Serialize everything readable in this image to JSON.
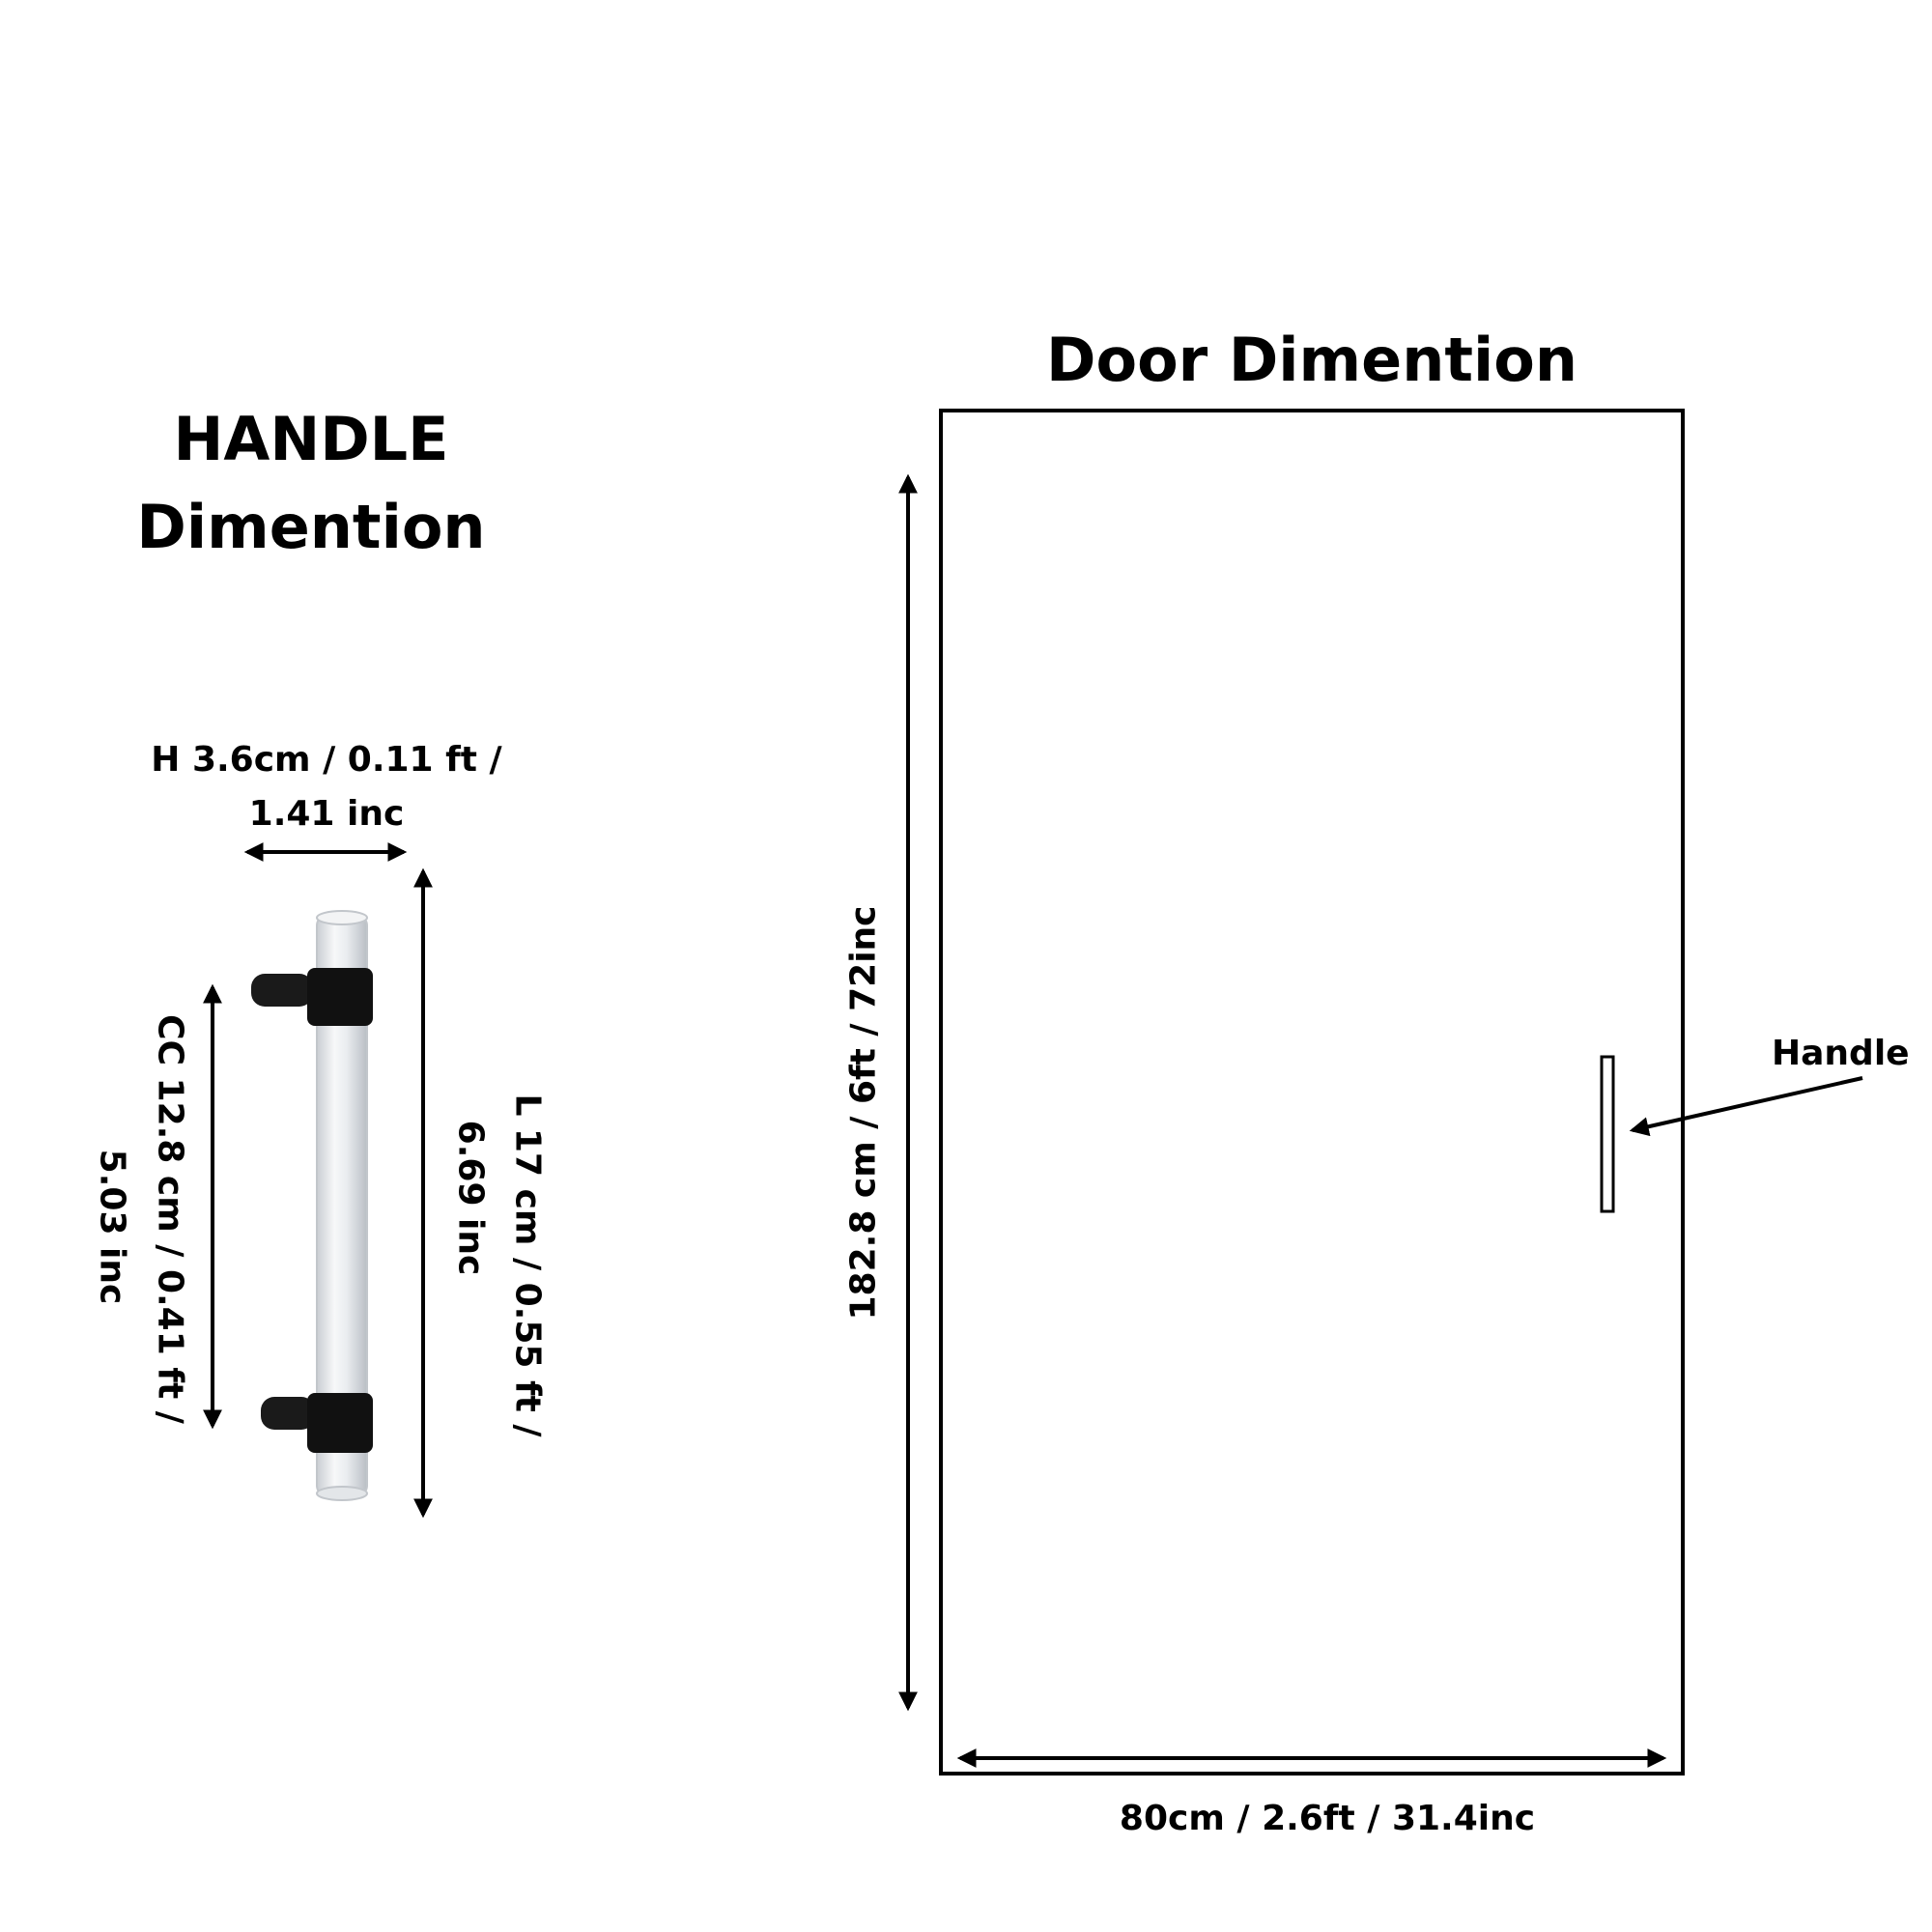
{
  "handle_section": {
    "title_line1": "HANDLE",
    "title_line2": "Dimention",
    "height_line1": "H 3.6cm / 0.11  ft /",
    "height_line2": "1.41 inc",
    "length_line1": "L 17 cm / 0.55 ft /",
    "length_line2": "6.69 inc",
    "cc_line1": "CC 12.8 cm / 0.41 ft /",
    "cc_line2": "5.03 inc"
  },
  "door_section": {
    "title": "Door Dimention",
    "height_label": "182.8 cm / 6ft / 72inc",
    "width_label": "80cm / 2.6ft / 31.4inc",
    "handle_callout": "Handle"
  },
  "colors": {
    "ink": "#000000",
    "background": "#ffffff",
    "handle_bar": "#e6e9ec",
    "handle_mount": "#1a1a1a"
  }
}
